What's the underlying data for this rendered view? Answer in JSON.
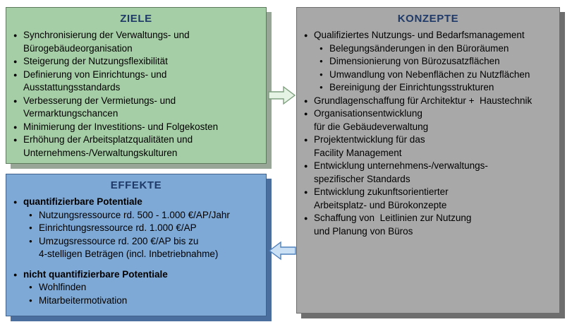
{
  "colors": {
    "ziele_fill": "#a6cea6",
    "ziele_border": "#5d7a5d",
    "ziele_shadow": "#98a698",
    "konzepte_fill": "#a8a8a8",
    "konzepte_border": "#6e6e6e",
    "konzepte_shadow": "#6e6e6e",
    "effekte_fill": "#7ea8d5",
    "effekte_border": "#3f618c",
    "effekte_shadow": "#4a6f9f",
    "title_color": "#1f3a68",
    "text_color": "#000000",
    "arrow_right_fill": "#e4f3e4",
    "arrow_right_stroke": "#7f9f7f",
    "arrow_left_fill": "#c9e0f5",
    "arrow_left_stroke": "#4f81bd"
  },
  "icons": {
    "arrow_right": "right-arrow",
    "arrow_left": "left-arrow",
    "bullet": "bullet-dot"
  },
  "ziele": {
    "title": "ZIELE",
    "items": [
      {
        "level": 1,
        "text": "Synchronisierung der Verwaltungs- und\nBürogebäudeorganisation"
      },
      {
        "level": 1,
        "text": "Steigerung der Nutzungsflexibilität"
      },
      {
        "level": 1,
        "text": "Definierung von Einrichtungs- und\nAusstattungsstandards"
      },
      {
        "level": 1,
        "text": "Verbesserung der Vermietungs- und\nVermarktungschancen"
      },
      {
        "level": 1,
        "text": "Minimierung der Investitions- und Folgekosten"
      },
      {
        "level": 1,
        "text": "Erhöhung der Arbeitsplatzqualitäten und\nUnternehmens-/Verwaltungskulturen"
      }
    ]
  },
  "konzepte": {
    "title": "KONZEPTE",
    "items": [
      {
        "level": 1,
        "text": "Qualifiziertes Nutzungs- und Bedarfsmanagement"
      },
      {
        "level": 2,
        "text": "Belegungsänderungen in den Büroräumen"
      },
      {
        "level": 2,
        "text": "Dimensionierung von Bürozusatzflächen"
      },
      {
        "level": 2,
        "text": "Umwandlung von Nebenflächen zu Nutzflächen"
      },
      {
        "level": 2,
        "text": "Bereinigung der Einrichtungsstrukturen"
      },
      {
        "level": 1,
        "text": "Grundlagenschaffung für Architektur +  Haustechnik"
      },
      {
        "level": 1,
        "text": "Organisationsentwicklung\nfür die Gebäudeverwaltung"
      },
      {
        "level": 1,
        "text": "Projektentwicklung für das\nFacility Management"
      },
      {
        "level": 1,
        "text": "Entwicklung unternehmens-/verwaltungs-\nspezifischer Standards"
      },
      {
        "level": 1,
        "text": "Entwicklung zukunftsorientierter\nArbeitsplatz- und Bürokonzepte"
      },
      {
        "level": 1,
        "text": "Schaffung von  Leitlinien zur Nutzung\nund Planung von Büros"
      }
    ]
  },
  "effekte": {
    "title": "EFFEKTE",
    "items": [
      {
        "level": 1,
        "bold": true,
        "text": "quantifizierbare Potentiale"
      },
      {
        "level": 2,
        "text": "Nutzungsressource rd. 500 - 1.000 €/AP/Jahr"
      },
      {
        "level": 2,
        "text": "Einrichtungsressource rd. 1.000 €/AP"
      },
      {
        "level": 2,
        "text": "Umzugsressource rd. 200 €/AP bis zu\n4-stelligen Beträgen (incl. Inbetriebnahme)"
      },
      {
        "level": 1,
        "bold": true,
        "gap": true,
        "text": "nicht quantifizierbare Potentiale"
      },
      {
        "level": 2,
        "text": "Wohlfinden"
      },
      {
        "level": 2,
        "text": "Mitarbeitermotivation"
      }
    ]
  }
}
